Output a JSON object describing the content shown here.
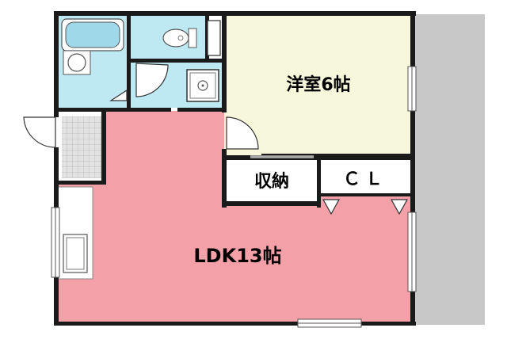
{
  "floor_plan": {
    "rooms": {
      "western_room": {
        "label": "洋室6帖"
      },
      "storage": {
        "label": "収納"
      },
      "closet": {
        "label": "ＣＬ"
      },
      "ldk": {
        "label": "LDK13帖"
      }
    },
    "colors": {
      "wall": "#1a1a1a",
      "ldk_floor": "#f4a0a8",
      "western_floor": "#f7f7dc",
      "wet_area": "#bfe9f2",
      "balcony": "#c8c8c8",
      "entrance_tile": "#d9d9d9",
      "white": "#ffffff"
    }
  }
}
